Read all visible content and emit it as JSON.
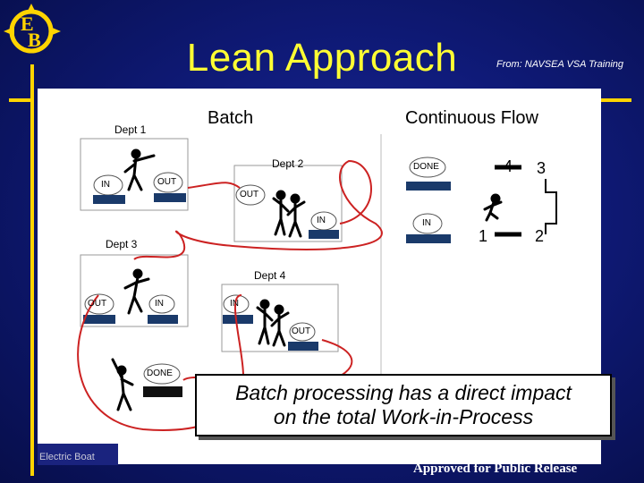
{
  "header": {
    "title": "Lean Approach",
    "source": "From: NAVSEA VSA Training"
  },
  "diagram": {
    "batch_heading": "Batch",
    "flow_heading": "Continuous Flow",
    "departments": {
      "dept1": "Dept 1",
      "dept2": "Dept 2",
      "dept3": "Dept 3",
      "dept4": "Dept 4"
    },
    "piles": {
      "in": "IN",
      "out": "OUT",
      "done": "DONE"
    },
    "flow_steps": [
      "4",
      "3",
      "1",
      "2"
    ]
  },
  "callout": {
    "line1": "Batch processing has a direct impact",
    "line2": "on the total Work-in-Process"
  },
  "footer": {
    "company": "Electric Boat",
    "release": "Approved for Public Release"
  },
  "colors": {
    "background": "#0f1a78",
    "accent": "#ffd400",
    "title": "#ffff33",
    "flow_path": "#cc2222"
  }
}
